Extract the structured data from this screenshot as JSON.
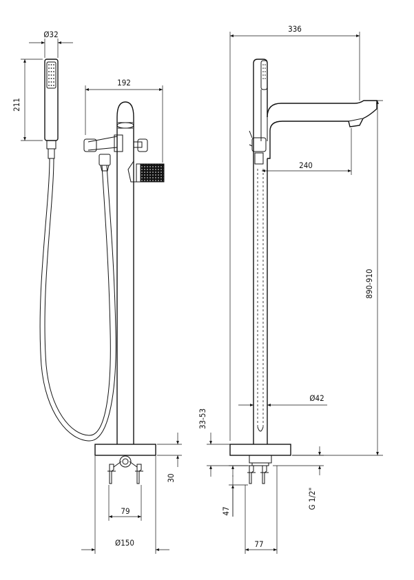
{
  "dimensions": {
    "d_handshower": "Ø32",
    "h_handshower": "211",
    "w_body": "192",
    "w_total": "336",
    "w_spout": "240",
    "h_total": "890-910",
    "d_column": "Ø42",
    "h_base_adj": "33-53",
    "h_base_front": "30",
    "w_feet": "79",
    "d_base": "Ø150",
    "h_feet_side": "47",
    "thread": "G 1/2\"",
    "w_feet_side": "77"
  }
}
